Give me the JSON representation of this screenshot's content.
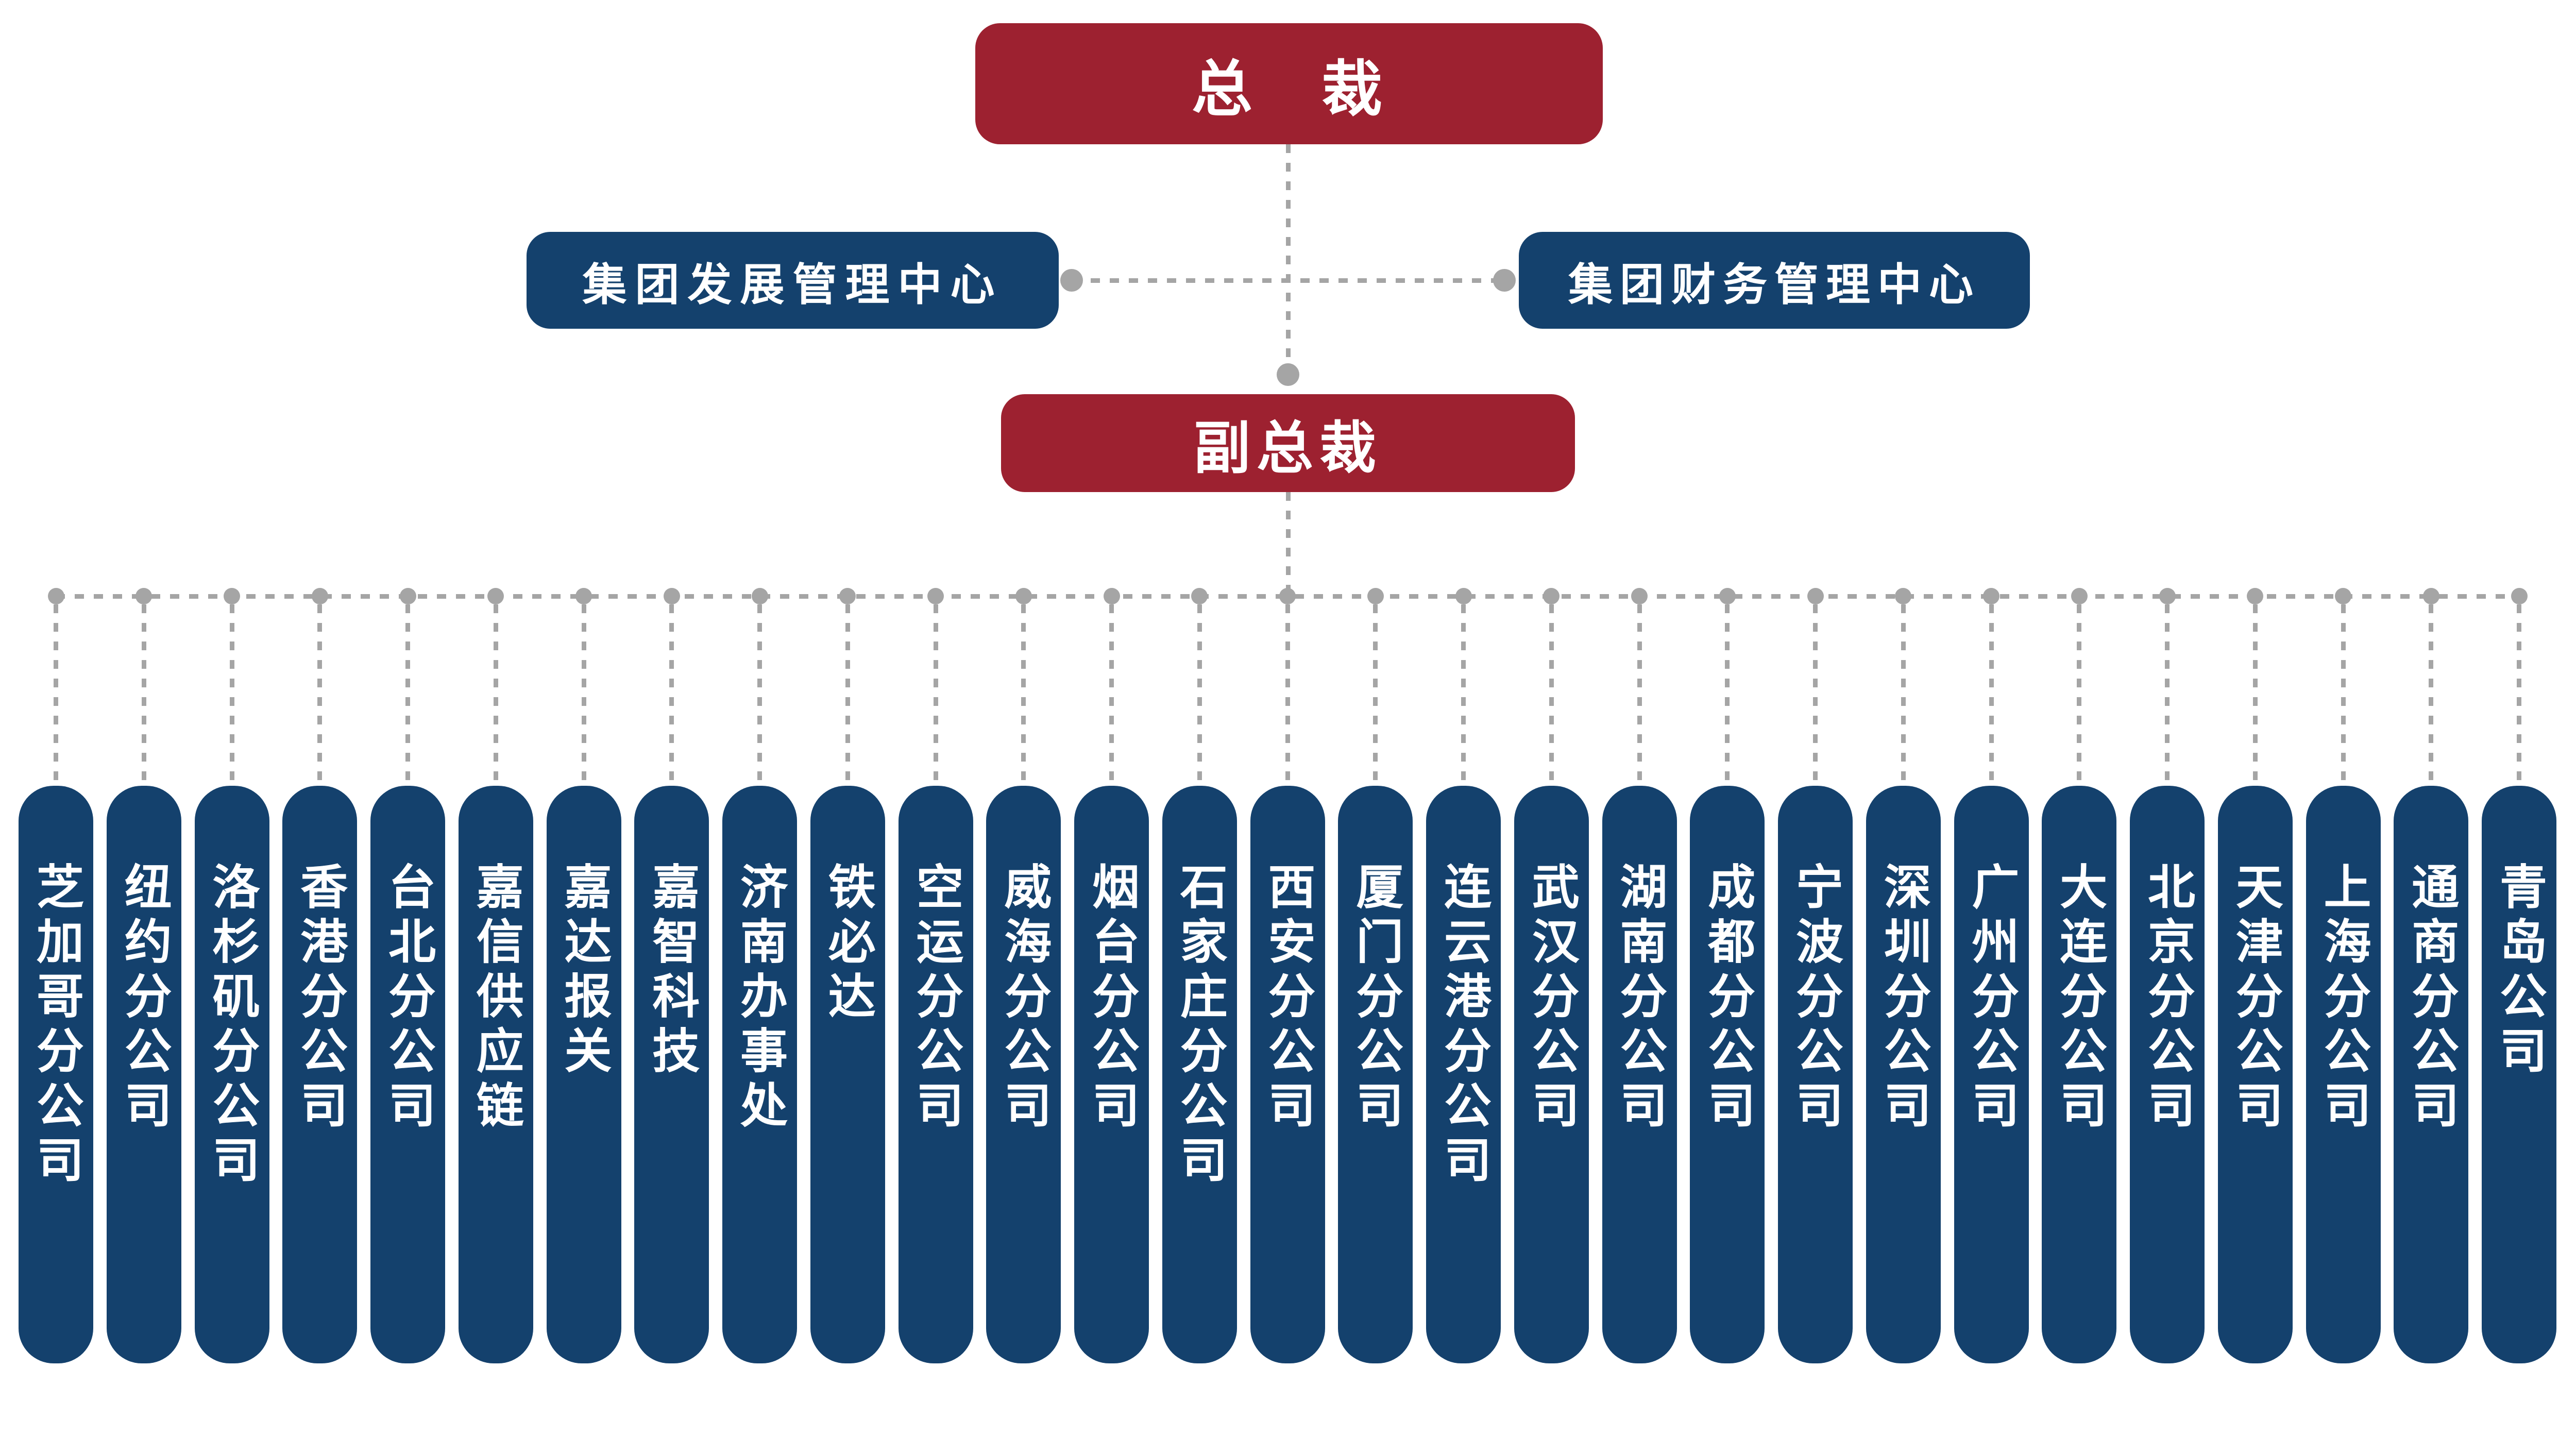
{
  "org_chart": {
    "president": {
      "label": "总　裁"
    },
    "management_centers": [
      {
        "label": "集团发展管理中心"
      },
      {
        "label": "集团财务管理中心"
      }
    ],
    "vice_president": {
      "label": "副总裁"
    },
    "branches": [
      {
        "label": "芝加哥分公司"
      },
      {
        "label": "纽约分公司"
      },
      {
        "label": "洛杉矶分公司"
      },
      {
        "label": "香港分公司"
      },
      {
        "label": "台北分公司"
      },
      {
        "label": "嘉信供应链"
      },
      {
        "label": "嘉达报关"
      },
      {
        "label": "嘉智科技"
      },
      {
        "label": "济南办事处"
      },
      {
        "label": "铁必达"
      },
      {
        "label": "空运分公司"
      },
      {
        "label": "威海分公司"
      },
      {
        "label": "烟台分公司"
      },
      {
        "label": "石家庄分公司"
      },
      {
        "label": "西安分公司"
      },
      {
        "label": "厦门分公司"
      },
      {
        "label": "连云港分公司"
      },
      {
        "label": "武汉分公司"
      },
      {
        "label": "湖南分公司"
      },
      {
        "label": "成都分公司"
      },
      {
        "label": "宁波分公司"
      },
      {
        "label": "深圳分公司"
      },
      {
        "label": "广州分公司"
      },
      {
        "label": "大连分公司"
      },
      {
        "label": "北京分公司"
      },
      {
        "label": "天津分公司"
      },
      {
        "label": "上海分公司"
      },
      {
        "label": "通商分公司"
      },
      {
        "label": "青岛公司"
      }
    ]
  },
  "colors": {
    "box_red": "#9D2130",
    "box_navy": "#14416D",
    "connector_gray": "#A5A5A5",
    "text_white": "#FFFFFF"
  }
}
